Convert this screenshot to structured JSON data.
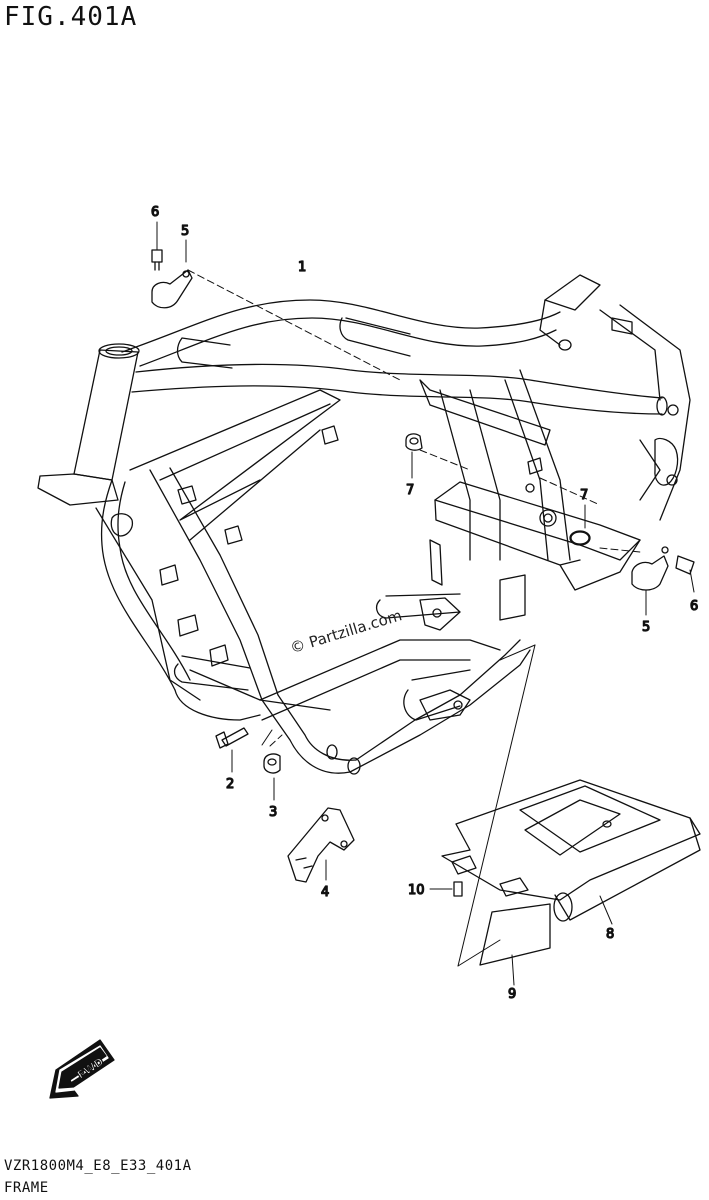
{
  "figure": {
    "title": "FIG.401A",
    "code": "VZR1800M4_E8_E33_401A",
    "name": "FRAME",
    "watermark": "© Partzilla.com",
    "fwd_label": "FWD"
  },
  "callouts": [
    "1",
    "2",
    "3",
    "4",
    "5",
    "5",
    "6",
    "6",
    "7",
    "7",
    "8",
    "9",
    "10"
  ]
}
